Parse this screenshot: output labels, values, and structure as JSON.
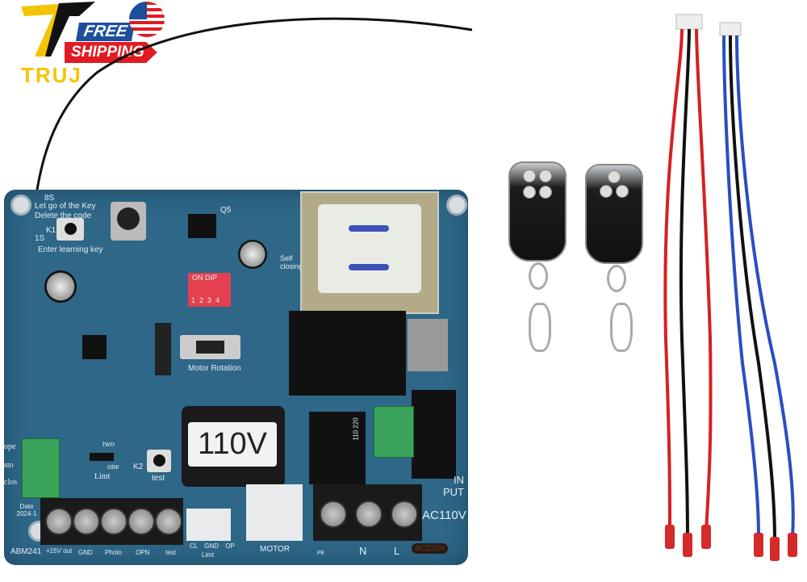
{
  "logo": {
    "brand": "TRUJ",
    "badge_line1": "FREE",
    "badge_line2": "SHIPPING",
    "flag_icon": "us-flag-icon",
    "colors": {
      "yellow": "#f5c400",
      "red": "#e21b23",
      "blue": "#1d4f9c"
    }
  },
  "board": {
    "key_labels": [
      "8S",
      "Let go of the Key",
      "Delete the code",
      "1S",
      "Enter learning key"
    ],
    "k1": "K1",
    "q5": "Q5",
    "dip": {
      "title": "ON DIP",
      "numbers": [
        "1",
        "2",
        "3",
        "4"
      ]
    },
    "self_closing": "Self closing",
    "motor_rotation": "Motor Rotation",
    "transformer_label": "110V",
    "limit": {
      "two": "two",
      "one": "one",
      "limt": "Limt"
    },
    "k2": "K2",
    "test": "test",
    "left_terminal": [
      "ope",
      "sto",
      "clos"
    ],
    "date": "Date 2024-1",
    "model": "ABM241",
    "bottom_terminals": [
      "+15V out",
      "GND",
      "Photo",
      "OPN",
      "test"
    ],
    "limit_connector": [
      "CL",
      "GND",
      "OP"
    ],
    "limit_connector_title": "Limt",
    "motor": "MOTOR",
    "power_terminals": [
      "PE",
      "N",
      "L"
    ],
    "input": "IN PUT",
    "voltage": "AC110V",
    "stamp": "AC220V",
    "relay_label": "110 220"
  }
}
